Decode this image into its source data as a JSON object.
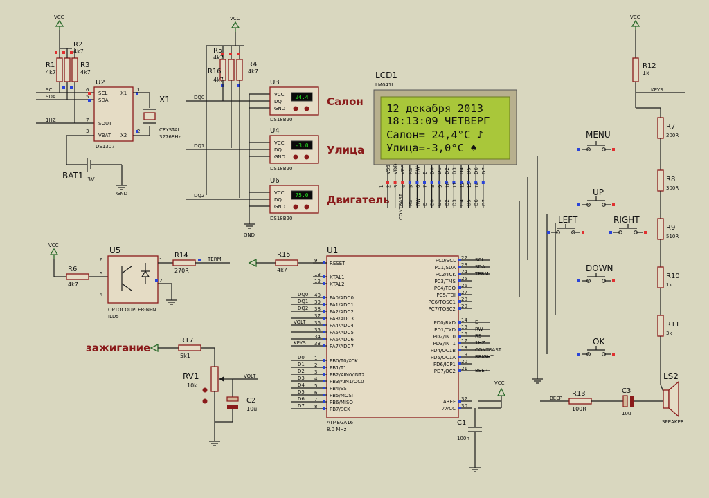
{
  "nets": {
    "vcc": "VCC",
    "gnd": "GND",
    "scl": "SCL",
    "sda": "SDA",
    "hz": "1HZ",
    "keys": "KEYS",
    "term": "TERM",
    "volt": "VOLT",
    "beep": "BEEP",
    "dq0": "DQ0",
    "dq1": "DQ1",
    "dq2": "DQ2",
    "e": "E",
    "rw": "RW",
    "rs": "RS",
    "contrast": "CONTRAST",
    "bright": "BRIGHT",
    "d": [
      "D0",
      "D1",
      "D2",
      "D3",
      "D4",
      "D5",
      "D6",
      "D7"
    ]
  },
  "resistors": {
    "r1": {
      "ref": "R1",
      "val": "4k7"
    },
    "r2": {
      "ref": "R2",
      "val": "4k7"
    },
    "r3": {
      "ref": "R3",
      "val": "4k7"
    },
    "r4": {
      "ref": "R4",
      "val": "4k7"
    },
    "r5": {
      "ref": "R5",
      "val": "4k7"
    },
    "r16": {
      "ref": "R16",
      "val": "4k7"
    },
    "r6": {
      "ref": "R6",
      "val": "4k7"
    },
    "r14": {
      "ref": "R14",
      "val": "270R"
    },
    "r15": {
      "ref": "R15",
      "val": "4k7"
    },
    "r17": {
      "ref": "R17",
      "val": "5k1"
    },
    "r12": {
      "ref": "R12",
      "val": "1k"
    },
    "r7": {
      "ref": "R7",
      "val": "200R"
    },
    "r8": {
      "ref": "R8",
      "val": "300R"
    },
    "r9": {
      "ref": "R9",
      "val": "510R"
    },
    "r10": {
      "ref": "R10",
      "val": "1k"
    },
    "r11": {
      "ref": "R11",
      "val": "3k"
    },
    "r13": {
      "ref": "R13",
      "val": "100R"
    }
  },
  "u2": {
    "ref": "U2",
    "part": "DS1307",
    "pins": [
      "SCL",
      "SDA",
      "SOUT",
      "VBAT",
      "X1",
      "X2"
    ],
    "nums": [
      "6",
      "5",
      "7",
      "3",
      "1",
      "2"
    ]
  },
  "x1": {
    "ref": "X1",
    "part": "CRYSTAL",
    "freq": "32768Hz"
  },
  "bat1": {
    "ref": "BAT1",
    "val": "3V"
  },
  "sensors": [
    {
      "ref": "U3",
      "part": "DS18B20",
      "reading": "24.4",
      "label": "Салон"
    },
    {
      "ref": "U4",
      "part": "DS18B20",
      "reading": "-3.0",
      "label": "Улица"
    },
    {
      "ref": "U6",
      "part": "DS18B20",
      "reading": "75.0",
      "label": "Двигатель"
    }
  ],
  "sensor_pins": [
    "VCC",
    "DQ",
    "GND"
  ],
  "lcd": {
    "ref": "LCD1",
    "part": "LM041L",
    "lines": [
      "12 декабря  2013",
      "18:13:09 ЧЕТВЕРГ",
      "Салон= 24,4°C ♪",
      "Улица=-3,0°C  ♠"
    ],
    "pins": [
      "VSS",
      "VDD",
      "VEE",
      "RS",
      "RW",
      "E",
      "D0",
      "D1",
      "D2",
      "D3",
      "D4",
      "D5",
      "D6",
      "D7"
    ],
    "pin_nums": [
      "1",
      "2",
      "3",
      "4",
      "5",
      "6",
      "7",
      "8",
      "9",
      "10",
      "11",
      "12",
      "13",
      "14"
    ]
  },
  "u5": {
    "ref": "U5",
    "part": "OPTOCOUPLER-NPN",
    "sub": "ILD5",
    "nums": [
      "6",
      "5",
      "4",
      "1",
      "2"
    ]
  },
  "u1": {
    "ref": "U1",
    "part": "ATMEGA16",
    "clock": "8.0 MHz",
    "left_pins": [
      {
        "name": "RESET",
        "num": "9"
      },
      {
        "name": "XTAL1",
        "num": "13"
      },
      {
        "name": "XTAL2",
        "num": "12"
      },
      {
        "name": "PA0/ADC0",
        "num": "40"
      },
      {
        "name": "PA1/ADC1",
        "num": "39"
      },
      {
        "name": "PA2/ADC2",
        "num": "38"
      },
      {
        "name": "PA3/ADC3",
        "num": "37"
      },
      {
        "name": "PA4/ADC4",
        "num": "36"
      },
      {
        "name": "PA5/ADC5",
        "num": "35"
      },
      {
        "name": "PA6/ADC6",
        "num": "34"
      },
      {
        "name": "PA7/ADC7",
        "num": "33"
      },
      {
        "name": "PB0/T0/XCK",
        "num": "1"
      },
      {
        "name": "PB1/T1",
        "num": "2"
      },
      {
        "name": "PB2/AIN0/INT2",
        "num": "3"
      },
      {
        "name": "PB3/AIN1/OC0",
        "num": "4"
      },
      {
        "name": "PB4/SS",
        "num": "5"
      },
      {
        "name": "PB5/MOSI",
        "num": "6"
      },
      {
        "name": "PB6/MISO",
        "num": "7"
      },
      {
        "name": "PB7/SCK",
        "num": "8"
      }
    ],
    "right_pins": [
      {
        "name": "PC0/SCL",
        "num": "22"
      },
      {
        "name": "PC1/SDA",
        "num": "23"
      },
      {
        "name": "PC2/TCK",
        "num": "24"
      },
      {
        "name": "PC3/TMS",
        "num": "25"
      },
      {
        "name": "PC4/TDO",
        "num": "26"
      },
      {
        "name": "PC5/TDI",
        "num": "27"
      },
      {
        "name": "PC6/TOSC1",
        "num": "28"
      },
      {
        "name": "PC7/TOSC2",
        "num": "29"
      },
      {
        "name": "PD0/RXD",
        "num": "14"
      },
      {
        "name": "PD1/TXD",
        "num": "15"
      },
      {
        "name": "PD2/INT0",
        "num": "16"
      },
      {
        "name": "PD3/INT1",
        "num": "17"
      },
      {
        "name": "PD4/OC1B",
        "num": "18"
      },
      {
        "name": "PD5/OC1A",
        "num": "19"
      },
      {
        "name": "PD6/ICP1",
        "num": "20"
      },
      {
        "name": "PD7/OC2",
        "num": "21"
      },
      {
        "name": "AREF",
        "num": "32"
      },
      {
        "name": "AVCC",
        "num": "30"
      }
    ]
  },
  "rv1": {
    "ref": "RV1",
    "val": "10k"
  },
  "c1": {
    "ref": "C1",
    "val": "100n"
  },
  "c2": {
    "ref": "C2",
    "val": "10u"
  },
  "c3": {
    "ref": "C3",
    "val": "10u"
  },
  "ls2": {
    "ref": "LS2",
    "part": "SPEAKER"
  },
  "buttons": [
    "MENU",
    "UP",
    "LEFT",
    "RIGHT",
    "DOWN",
    "OK"
  ],
  "ignition": "зажигание"
}
